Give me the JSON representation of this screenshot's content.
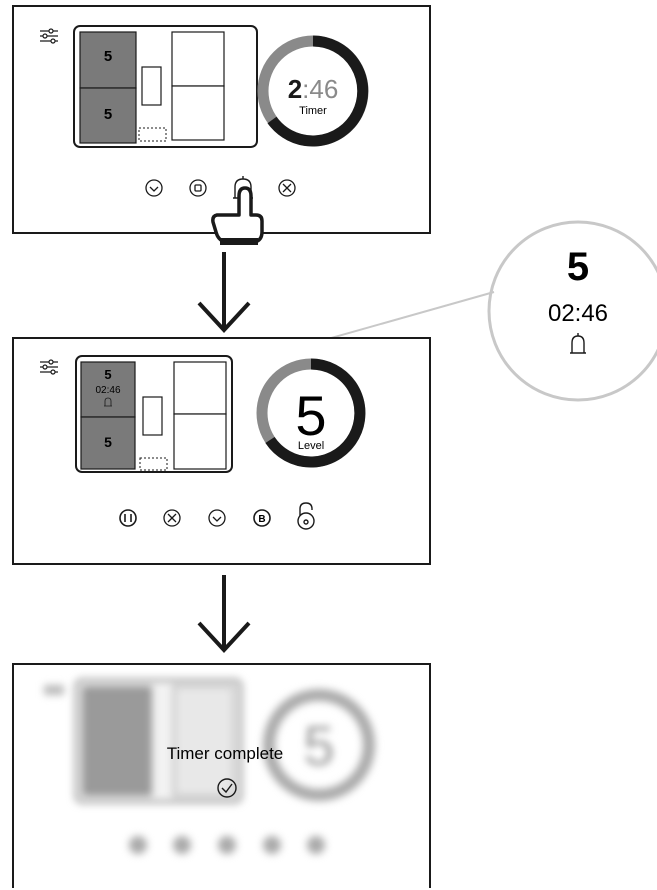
{
  "step1": {
    "zone_top_level": "5",
    "zone_bottom_level": "5",
    "timer_minutes": "2",
    "timer_seconds": ":46",
    "timer_label": "Timer",
    "controls": [
      "clock-icon",
      "stop-icon",
      "bell-icon",
      "cancel-icon"
    ],
    "touch_target": "bell-icon"
  },
  "callout": {
    "level": "5",
    "time": "02:46",
    "icon": "bell-icon"
  },
  "step2": {
    "zone_top_level": "5",
    "zone_top_time": "02:46",
    "zone_bottom_level": "5",
    "dial_value": "5",
    "dial_label": "Level",
    "controls": [
      "pause-icon",
      "cancel-icon",
      "clock-icon",
      "boost-icon",
      "lock-icon"
    ],
    "boost_letter": "B"
  },
  "step3": {
    "message": "Timer complete",
    "background_dial_value": "5",
    "icon": "check-circle-icon"
  },
  "colors": {
    "ink": "#1a1a1a",
    "zone_active": "#7a7a7a",
    "dial_gray": "#8a8a8a",
    "callout_ring": "#c8c8c8"
  }
}
